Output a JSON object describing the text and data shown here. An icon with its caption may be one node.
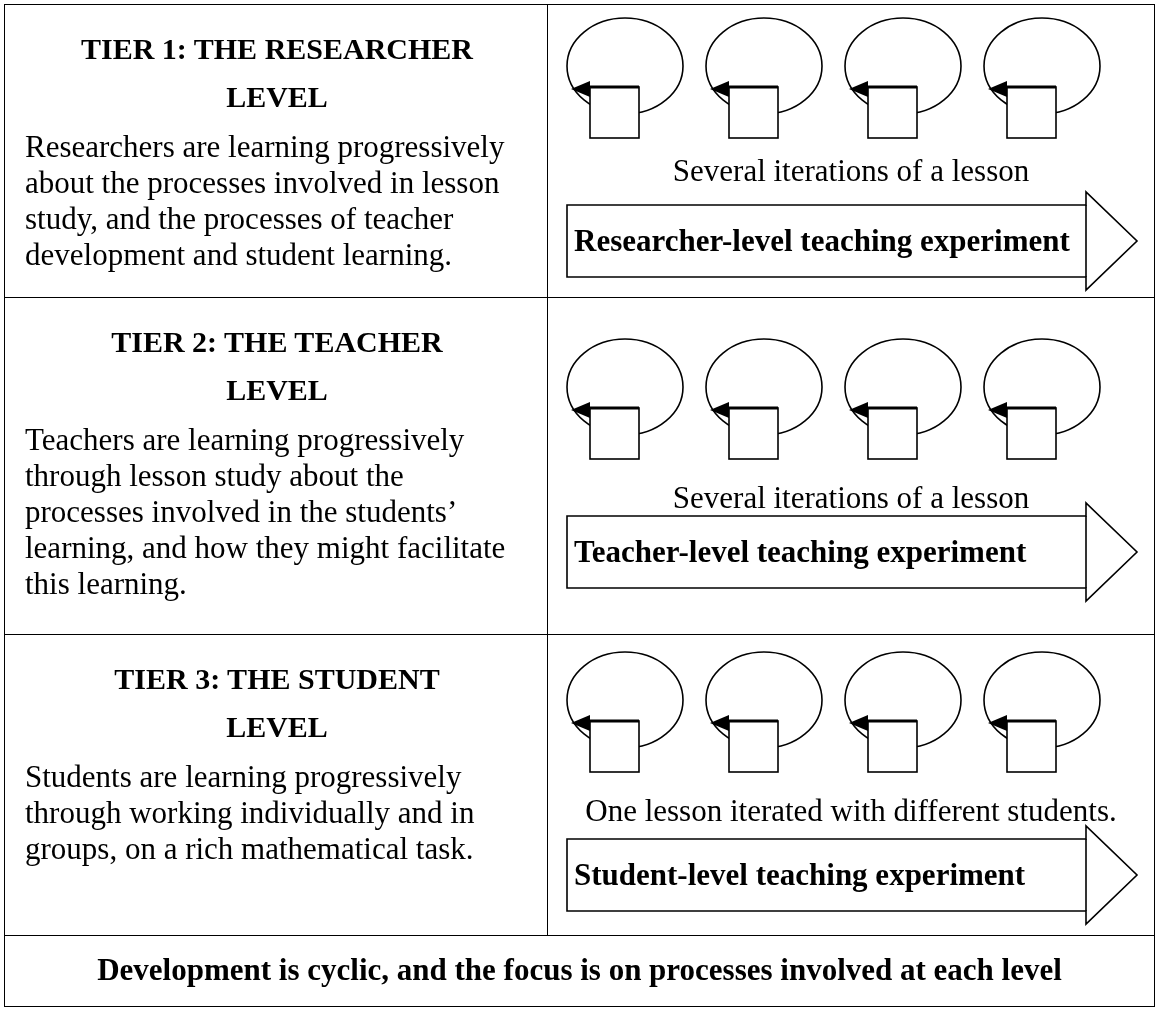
{
  "diagram": {
    "nodes": [
      {
        "text": [
          "TIER 1: THE RESEARCHER LEVEL",
          "Researchers are learning progressively about the processes involved in lesson study, and the processes of teacher development and student learning."
        ]
      },
      {
        "text": [
          "Researcher-level teaching experiment"
        ]
      },
      {
        "text": [
          "TIER 2: THE TEACHER LEVEL",
          "Teachers are learning progressively through lesson study about the processes involved in the students’ learning, and how they might facilitate this learning."
        ]
      },
      {
        "text": [
          "Teacher-level teaching experiment"
        ]
      },
      {
        "text": [
          "TIER 3: THE STUDENT LEVEL",
          "Students are learning progressively through working individually and in groups, on a rich mathematical task."
        ]
      },
      {
        "text": [
          "Student-level teaching experiment"
        ]
      },
      {
        "text": [
          "Development is cyclic, and the focus is on processes involved at each level"
        ]
      }
    ],
    "labels": [
      "Several iterations of a lesson",
      "Several iterations of a lesson",
      "One lesson iterated with different students."
    ]
  }
}
